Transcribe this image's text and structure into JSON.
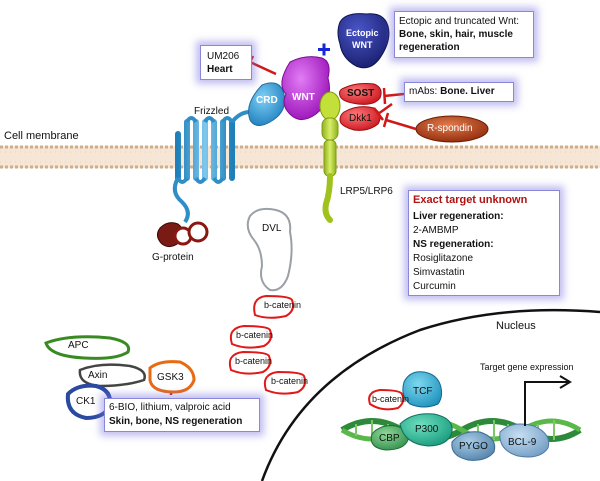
{
  "membrane": {
    "label": "Cell membrane"
  },
  "receptors": {
    "frizzled": "Frizzled",
    "lrp": "LRP5/LRP6",
    "crd": "CRD",
    "wnt": "WNT",
    "ectopic_wnt": [
      "Ectopic",
      "WNT"
    ],
    "sost": "SOST",
    "dkk1": "Dkk1",
    "rspondin": "R-spondin",
    "gprotein": "G-protein",
    "dvl": "DVL"
  },
  "boxes": {
    "um206": {
      "line1": "UM206",
      "line2": "Heart"
    },
    "ectopic": {
      "line1": "Ectopic and truncated Wnt:",
      "line2": "Bone, skin, hair, muscle",
      "line3": "regeneration"
    },
    "mabs": {
      "prefix": "mAbs: ",
      "bold": "Bone. Liver"
    },
    "unknown": {
      "title": "Exact target unknown",
      "liver_heading": "Liver regeneration:",
      "liver_item": "2-AMBMP",
      "ns_heading": "NS regeneration:",
      "ns_items": [
        "Rosiglitazone",
        "Simvastatin",
        "Curcumin"
      ]
    },
    "gsk_inhib": {
      "line1": "6-BIO, lithium, valproic acid",
      "line2": "Skin, bone, NS regeneration"
    }
  },
  "cytoplasm": {
    "apc": "APC",
    "axin": "Axin",
    "ck1": "CK1",
    "gsk3": "GSK3",
    "bcatenin": [
      "b-catenin",
      "b-catenin",
      "b-catenin",
      "b-catenin"
    ]
  },
  "nucleus": {
    "label": "Nucleus",
    "target": "Target gene expression",
    "bcatenin": "b-catenin",
    "tcf": "TCF",
    "cbp": "CBP",
    "p300": "P300",
    "pygo": "PYGO",
    "bcl9": "BCL-9"
  },
  "colors": {
    "inhibit": "#d01818",
    "plus": "#1428d8",
    "wnt": "#b51fd6",
    "crd": "#2f9ad6",
    "lrp": "#b3d32a",
    "ectopic": "#1a237e",
    "sost": "#e01f2a",
    "rspondin": "#a8320f",
    "box_glow": "#7670de"
  }
}
